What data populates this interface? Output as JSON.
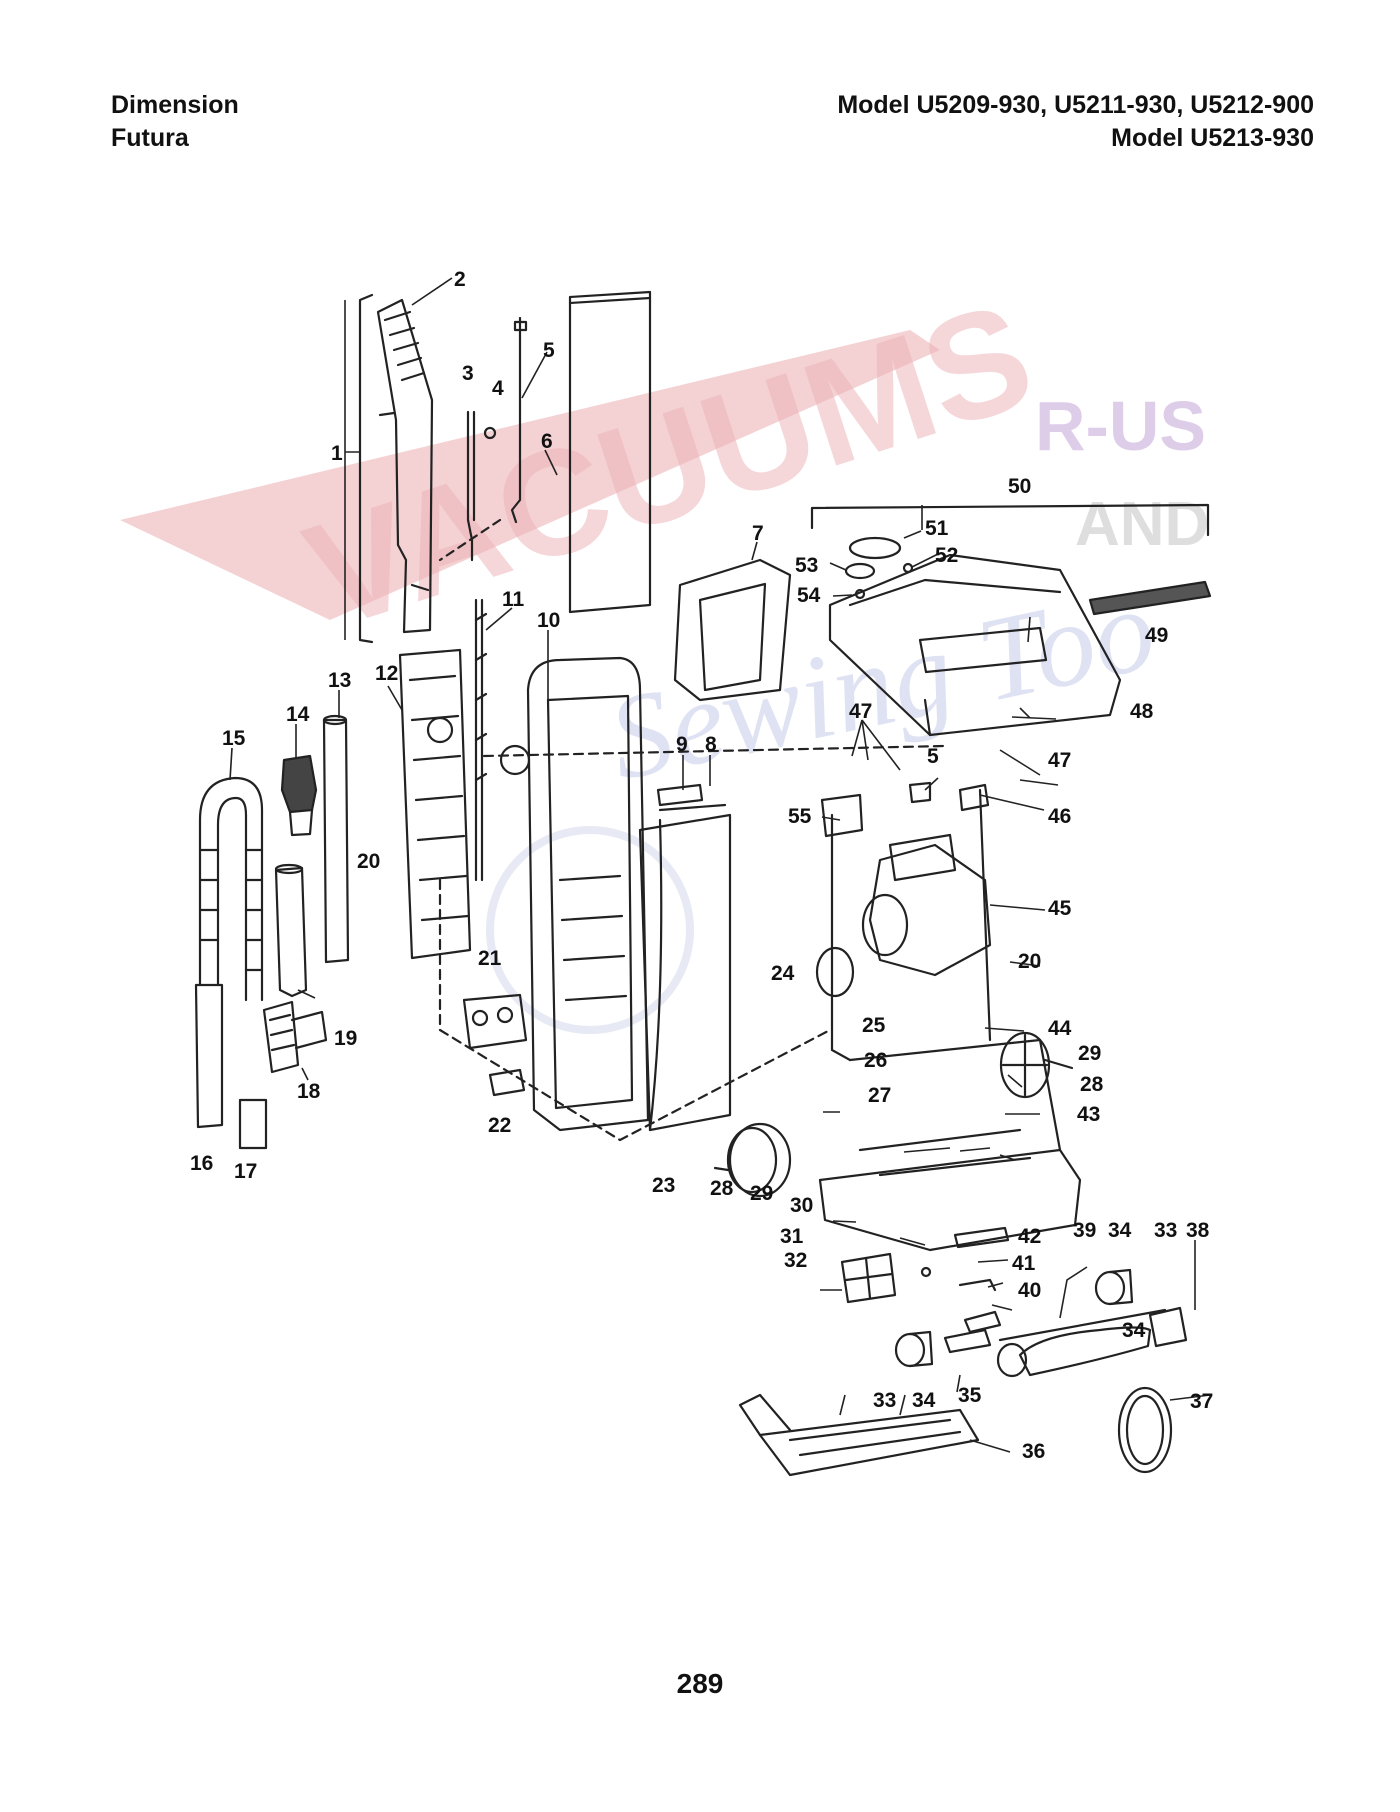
{
  "header": {
    "brand": "Dimension",
    "product": "Futura",
    "models_line1": "Model U5209-930, U5211-930, U5212-900",
    "models_line2": "Model U5213-930"
  },
  "watermark": {
    "word1": "VACUUMS",
    "word2": "R-US",
    "word3": "AND",
    "word4": "Sewing Too"
  },
  "callouts": [
    "1",
    "2",
    "3",
    "4",
    "5",
    "6",
    "7",
    "8",
    "9",
    "10",
    "11",
    "12",
    "13",
    "14",
    "15",
    "16",
    "17",
    "18",
    "19",
    "20",
    "21",
    "22",
    "23",
    "24",
    "25",
    "26",
    "27",
    "28",
    "29",
    "30",
    "31",
    "32",
    "33",
    "34",
    "35",
    "36",
    "37",
    "38",
    "39",
    "40",
    "41",
    "42",
    "43",
    "44",
    "45",
    "46",
    "47",
    "48",
    "49",
    "50",
    "51",
    "52",
    "53",
    "54",
    "55"
  ],
  "footer": {
    "page_number": "289"
  }
}
